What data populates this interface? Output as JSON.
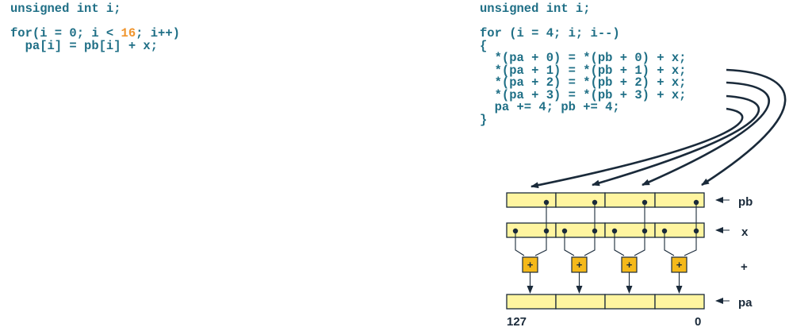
{
  "left_code": {
    "line1": "unsigned int i;",
    "line2_pre": "for(i = 0; i < ",
    "line2_hl": "16",
    "line2_post": "; i++)",
    "line3": "  pa[i] = pb[i] + x;"
  },
  "right_code": {
    "line1": "unsigned int i;",
    "line2": "for (i = 4; i; i--)",
    "line3": "{",
    "line4": "  *(pa + 0) = *(pb + 0) + x;",
    "line5": "  *(pa + 1) = *(pb + 1) + x;",
    "line6": "  *(pa + 2) = *(pb + 2) + x;",
    "line7": "  *(pa + 3) = *(pb + 3) + x;",
    "line8": "  pa += 4; pb += 4;",
    "line9": "}"
  },
  "diagram": {
    "labels": {
      "pb": "pb",
      "x": "x",
      "plus": "+",
      "pa": "pa"
    },
    "plus_symbol": "+",
    "bit_high": "127",
    "bit_low": "0",
    "colors": {
      "register_fill": "#fff5a0",
      "register_stroke": "#1a2a3a",
      "adder_fill": "#f5b91a",
      "line_color": "#1a2a3a",
      "code_color": "#1f6f86",
      "highlight_color": "#f0952e"
    }
  }
}
